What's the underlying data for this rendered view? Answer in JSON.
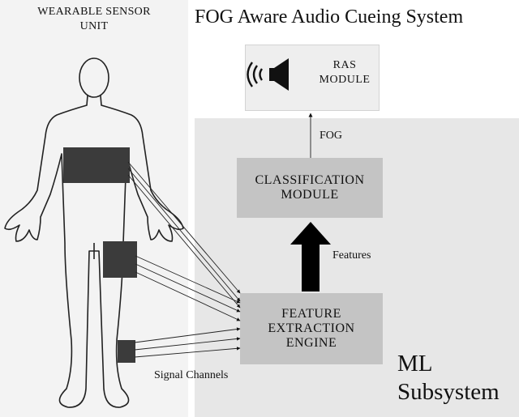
{
  "title": "FOG Aware Audio Cueing System",
  "sensor_unit": {
    "line1": "WEARABLE SENSOR",
    "line2": "UNIT"
  },
  "ras_module": {
    "line1": "RAS",
    "line2": "MODULE",
    "icon": "speaker-icon"
  },
  "classification_module": {
    "line1": "CLASSIFICATION",
    "line2": "MODULE"
  },
  "feature_extraction": {
    "line1": "FEATURE",
    "line2": "EXTRACTION",
    "line3": "ENGINE"
  },
  "labels": {
    "fog": "FOG",
    "features": "Features",
    "signal_channels": "Signal Channels"
  },
  "ml_subsystem": {
    "line1": "ML",
    "line2": "Subsystem"
  },
  "colors": {
    "panel_left": "#f3f3f3",
    "panel_ml": "#e7e7e7",
    "module_box": "#c4c4c4",
    "sensor_band": "#3b3b3b"
  }
}
